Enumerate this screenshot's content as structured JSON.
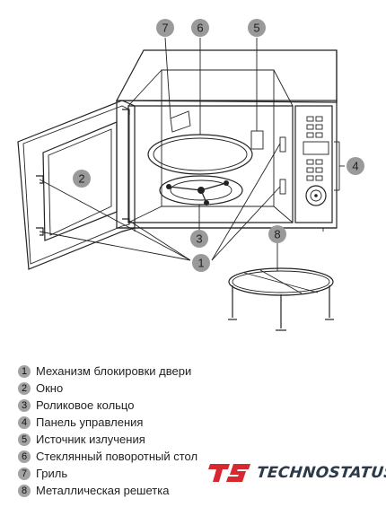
{
  "callouts": [
    "1",
    "2",
    "3",
    "4",
    "5",
    "6",
    "7",
    "8"
  ],
  "legend": [
    {
      "num": "1",
      "text": "Механизм блокировки двери"
    },
    {
      "num": "2",
      "text": "Окно"
    },
    {
      "num": "3",
      "text": "Роликовое кольцо"
    },
    {
      "num": "4",
      "text": "Панель управления"
    },
    {
      "num": "5",
      "text": "Источник излучения"
    },
    {
      "num": "6",
      "text": "Стеклянный поворотный стол"
    },
    {
      "num": "7",
      "text": "Гриль"
    },
    {
      "num": "8",
      "text": "Металлическая решетка"
    }
  ],
  "brand": {
    "name": "TECHNOSTATUS",
    "color": "#d7282f",
    "dark_color": "#2b3a4a"
  }
}
